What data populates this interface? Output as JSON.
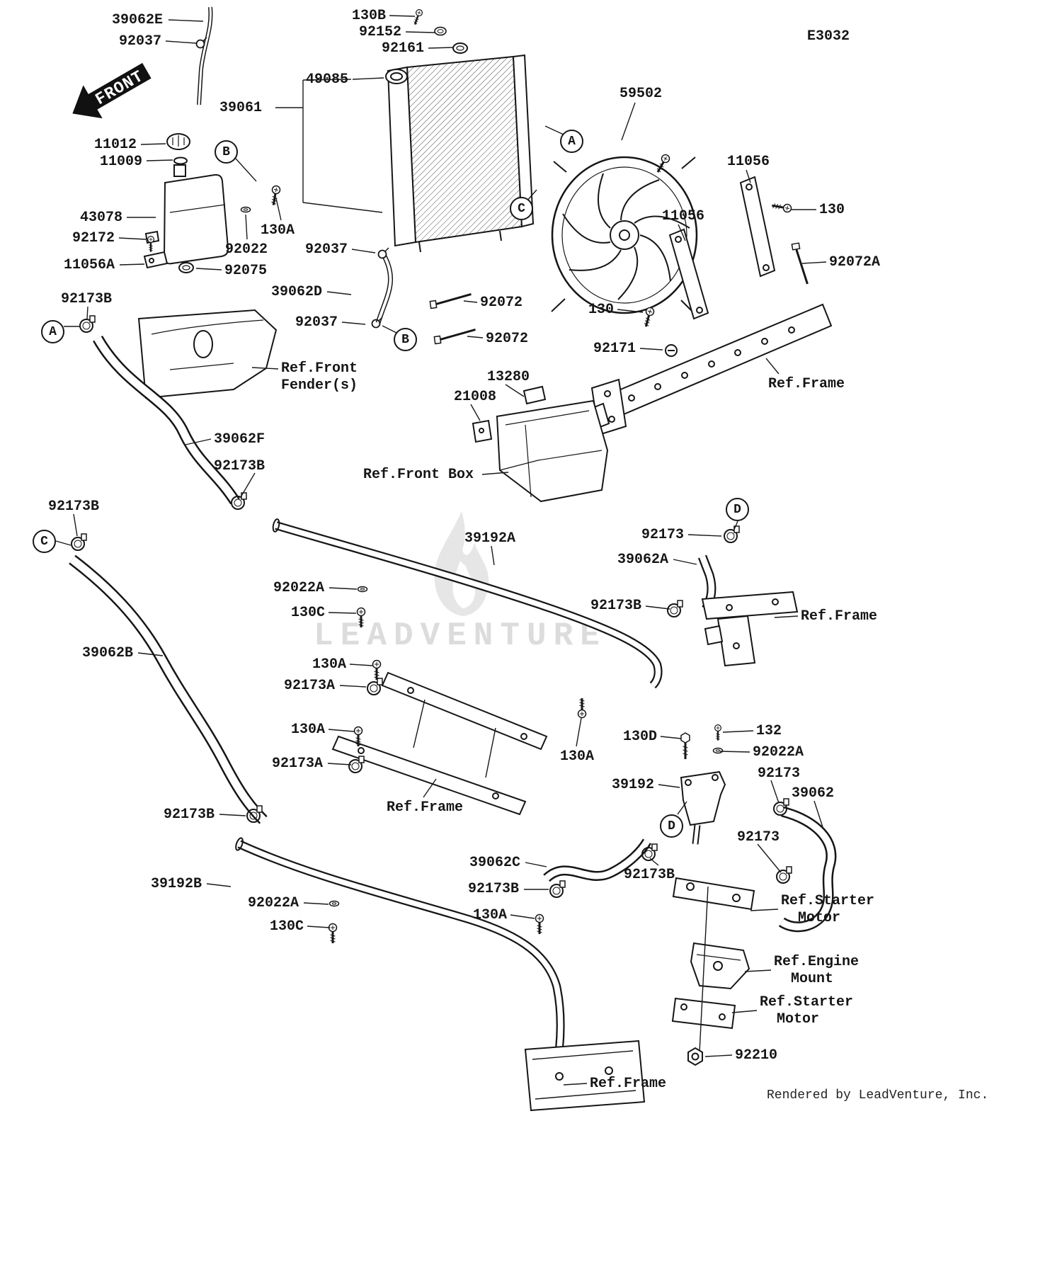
{
  "diagram": {
    "code": "E3032",
    "front_arrow_label": "FRONT",
    "watermark_text": "LEADVENTURE",
    "credit": "Rendered by LeadVenture, Inc."
  },
  "connector_markers": {
    "a": "A",
    "b": "B",
    "c": "C",
    "d": "D"
  },
  "part_labels": {
    "p39062E": "39062E",
    "p92037_top": "92037",
    "p130B": "130B",
    "p92152": "92152",
    "p92161": "92161",
    "p49085": "49085",
    "p39061": "39061",
    "p59502": "59502",
    "p11012": "11012",
    "p11009": "11009",
    "p43078": "43078",
    "p92172": "92172",
    "p11056A": "11056A",
    "p130A_1": "130A",
    "p92022": "92022",
    "p92037_mid": "92037",
    "p92075": "92075",
    "p39062D": "39062D",
    "p92037_low": "92037",
    "p92072_1": "92072",
    "p92072_2": "92072",
    "p11056_1": "11056",
    "p11056_2": "11056",
    "p130_1": "130",
    "p92072A": "92072A",
    "p130_2": "130",
    "p92171": "92171",
    "p13280": "13280",
    "p21008": "21008",
    "p92173B_1": "92173B",
    "p39062F": "39062F",
    "p92173B_2": "92173B",
    "p92173B_3": "92173B",
    "p39192A": "39192A",
    "p92173_1": "92173",
    "p39062A": "39062A",
    "p92173B_4": "92173B",
    "p92022A_1": "92022A",
    "p130C_1": "130C",
    "p39062B": "39062B",
    "p130A_2": "130A",
    "p92173A_1": "92173A",
    "p130A_3": "130A",
    "p92173A_2": "92173A",
    "p130A_4": "130A",
    "p130D": "130D",
    "p132": "132",
    "p92022A_2": "92022A",
    "p92173_2": "92173",
    "p39192": "39192",
    "p39062": "39062",
    "p92173_3": "92173",
    "p39062C": "39062C",
    "p92173B_5": "92173B",
    "p92173B_6": "92173B",
    "p92173B_7": "92173B",
    "p39192B": "39192B",
    "p92022A_3": "92022A",
    "p130C_2": "130C",
    "p130A_5": "130A",
    "p92210": "92210"
  },
  "ref_labels": {
    "front_fender": "Ref.Front\nFender(s)",
    "front_box": "Ref.Front Box",
    "frame_top": "Ref.Frame",
    "frame_right": "Ref.Frame",
    "frame_mid": "Ref.Frame",
    "frame_bottom": "Ref.Frame",
    "starter_motor_1": "Ref.Starter\n  Motor",
    "engine_mount": "Ref.Engine\n  Mount",
    "starter_motor_2": "Ref.Starter\n  Motor"
  }
}
